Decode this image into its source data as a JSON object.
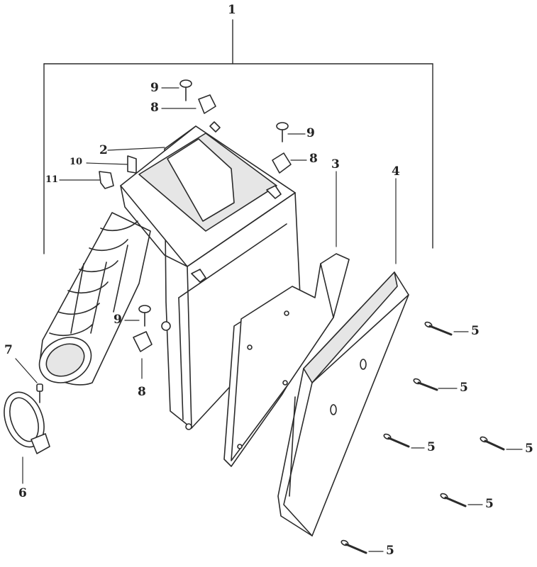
{
  "diagram": {
    "stroke_color": "#2b2b2b",
    "fill_color": "#ffffff",
    "shade_color": "#e6e6e6",
    "callouts": {
      "c1": "1",
      "c2": "2",
      "c3": "3",
      "c4": "4",
      "c5a": "5",
      "c5b": "5",
      "c5c": "5",
      "c5d": "5",
      "c5e": "5",
      "c5f": "5",
      "c6": "6",
      "c7": "7",
      "c8a": "8",
      "c8b": "8",
      "c8c": "8",
      "c9a": "9",
      "c9b": "9",
      "c9c": "9",
      "c10": "10",
      "c11": "11"
    }
  }
}
